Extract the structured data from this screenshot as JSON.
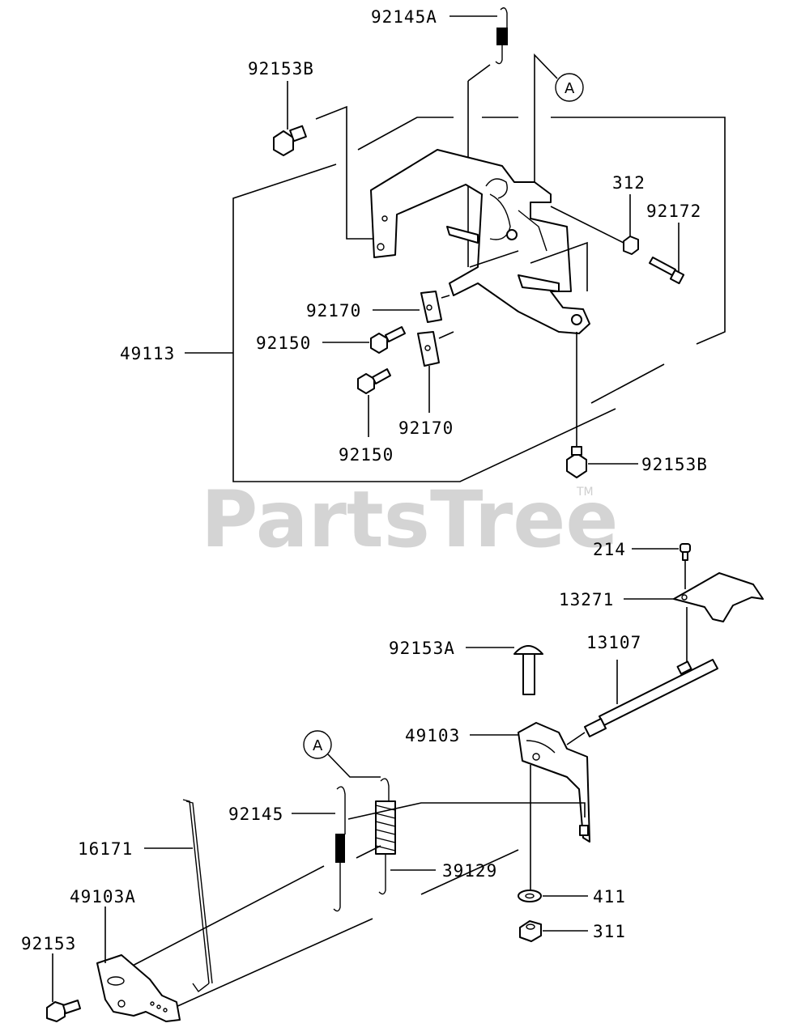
{
  "watermark": {
    "text": "PartsTree",
    "tm": "TM"
  },
  "callouts": {
    "top": "A",
    "bottom": "A"
  },
  "labels": {
    "p92145A": "92145A",
    "p92153B_top": "92153B",
    "p312": "312",
    "p92172": "92172",
    "p92170_a": "92170",
    "p92150_a": "92150",
    "p49113": "49113",
    "p92170_b": "92170",
    "p92150_b": "92150",
    "p92153B_bottom": "92153B",
    "p214": "214",
    "p13271": "13271",
    "p92153A": "92153A",
    "p13107": "13107",
    "p49103": "49103",
    "p92145": "92145",
    "p16171": "16171",
    "p39129": "39129",
    "p49103A": "49103A",
    "p411": "411",
    "p92153": "92153",
    "p311": "311"
  },
  "colors": {
    "ink": "#000000",
    "watermark": "#d4d4d4",
    "background": "#ffffff"
  }
}
